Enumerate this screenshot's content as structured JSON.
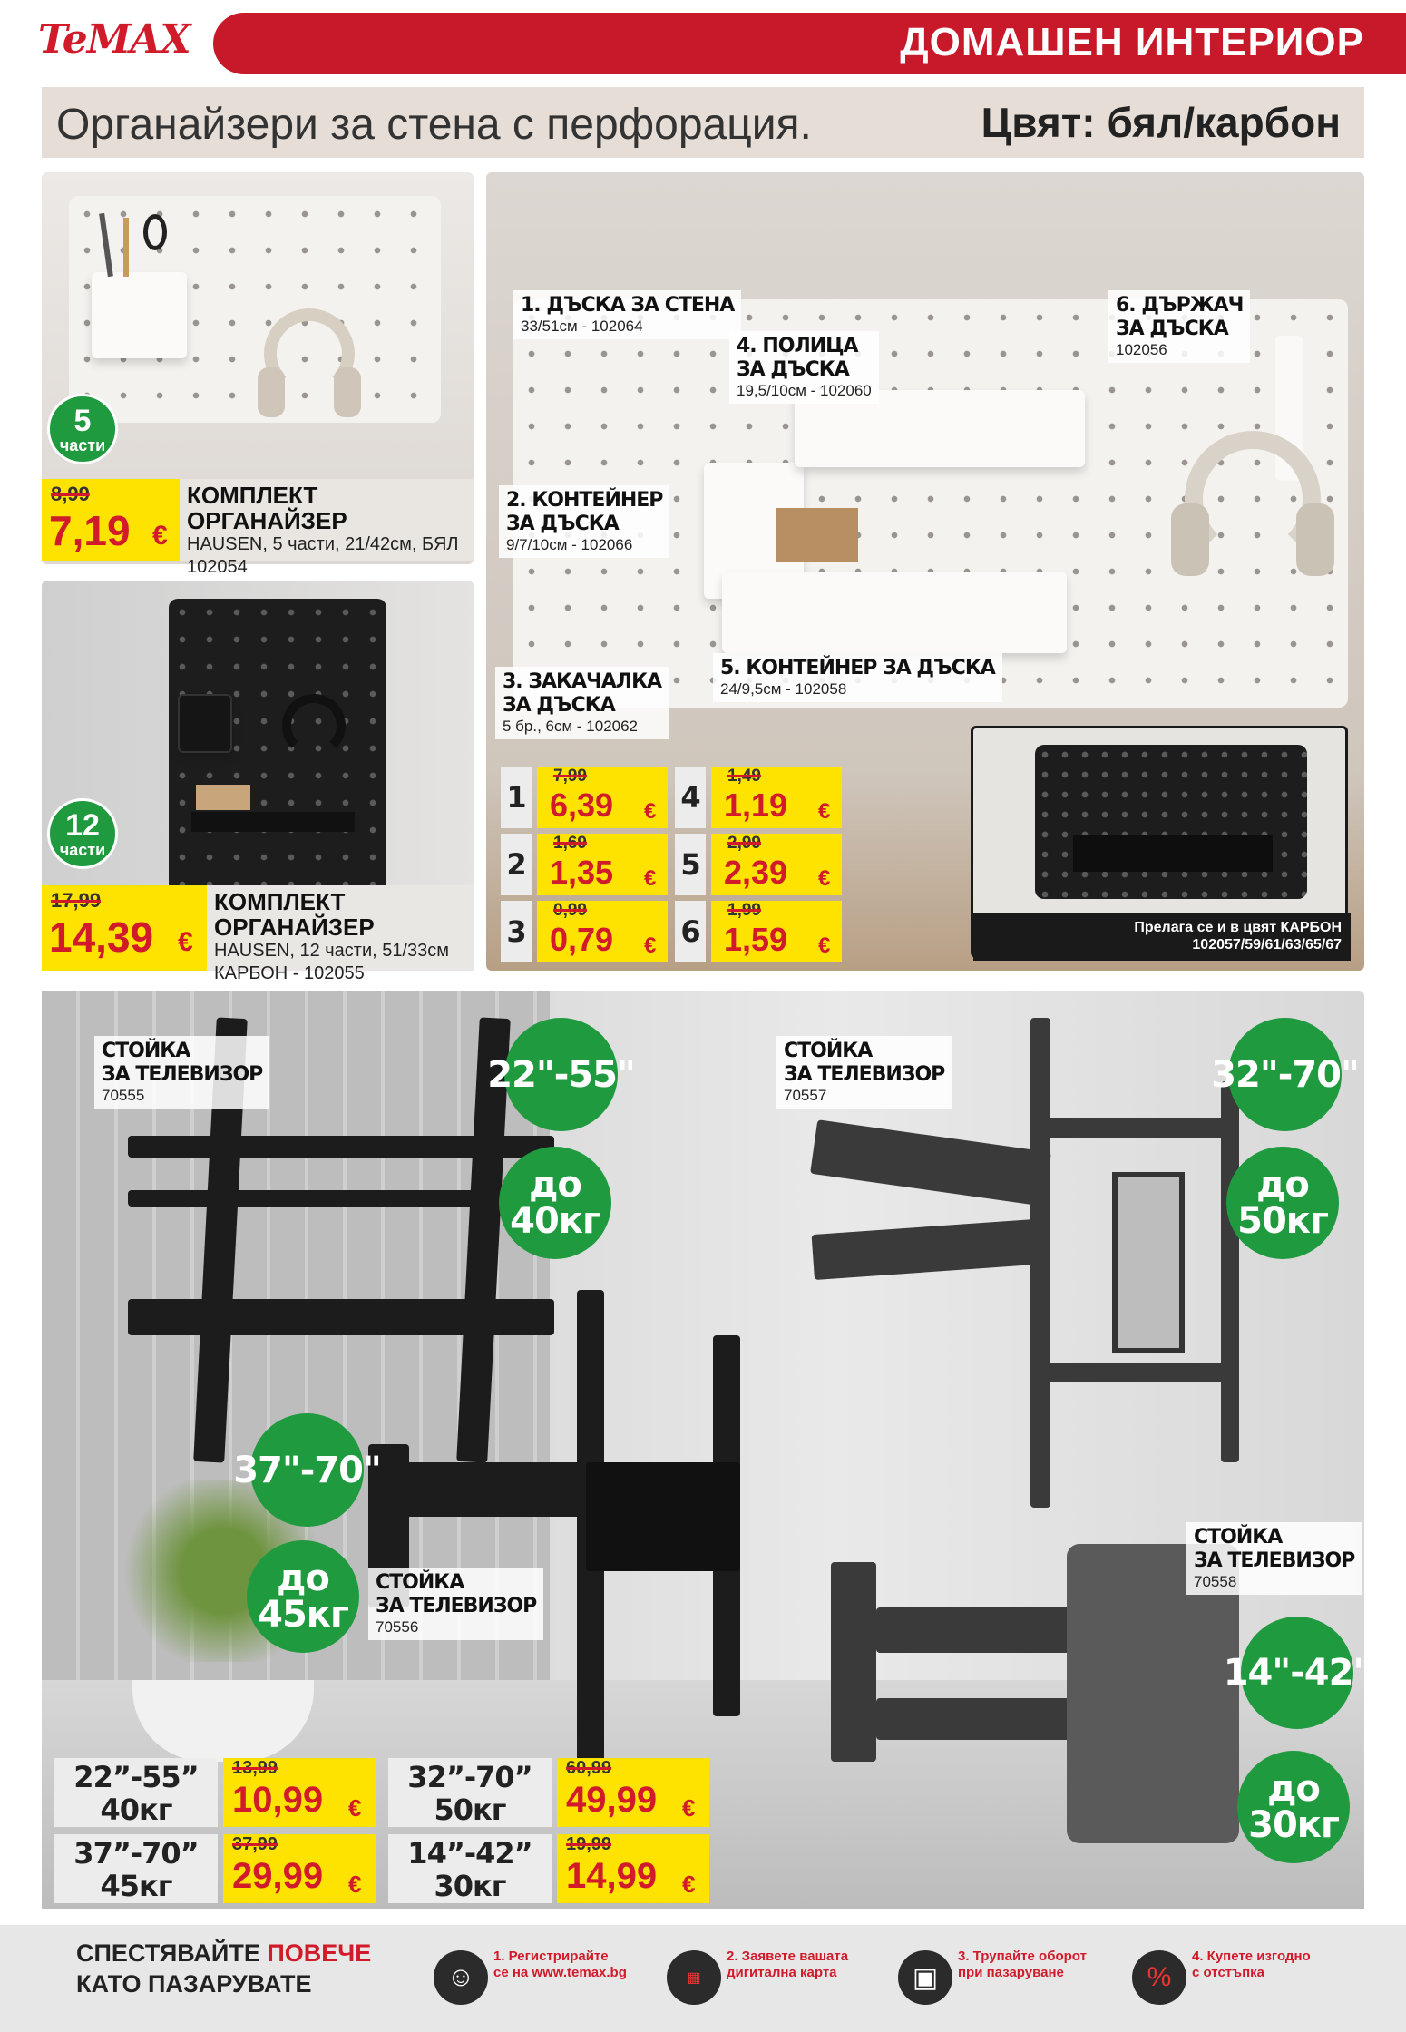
{
  "header": {
    "logo": "TeMAX",
    "section": "ДОМАШЕН ИНТЕРИОР"
  },
  "title": {
    "left": "Органайзери за стена с перфорация.",
    "right": "Цвят: бял/карбон"
  },
  "set5": {
    "badge_num": "5",
    "badge_unit": "части",
    "old_price": "8,99",
    "price": "7,19",
    "currency": "€",
    "name": "КОМПЛЕКТ ОРГАНАЙЗЕР",
    "desc": "HAUSEN, 5 части, 21/42см, БЯЛ",
    "code": "102054"
  },
  "set12": {
    "badge_num": "12",
    "badge_unit": "части",
    "old_price": "17,99",
    "price": "14,39",
    "currency": "€",
    "name": "КОМПЛЕКТ ОРГАНАЙЗЕР",
    "desc": "HAUSEN, 12 части, 51/33см",
    "code": "КАРБОН - 102055"
  },
  "parts": {
    "labels": [
      {
        "t1": "1. ДЪСКА ЗА СТЕНА",
        "t2": "",
        "s": "33/51см - 102064"
      },
      {
        "t1": "2. КОНТЕЙНЕР",
        "t2": "ЗА ДЪСКА",
        "s": "9/7/10см - 102066"
      },
      {
        "t1": "3. ЗАКАЧАЛКА",
        "t2": "ЗА ДЪСКА",
        "s": "5 бр., 6см - 102062"
      },
      {
        "t1": "4. ПОЛИЦА",
        "t2": "ЗА ДЪСКА",
        "s": "19,5/10см - 102060"
      },
      {
        "t1": "5. КОНТЕЙНЕР ЗА ДЪСКА",
        "t2": "",
        "s": "24/9,5см - 102058"
      },
      {
        "t1": "6. ДЪРЖАЧ",
        "t2": "ЗА ДЪСКА",
        "s": "102056"
      }
    ],
    "prices": [
      {
        "n": "1",
        "old": "7,99",
        "new": "6,39"
      },
      {
        "n": "2",
        "old": "1,69",
        "new": "1,35"
      },
      {
        "n": "3",
        "old": "0,99",
        "new": "0,79"
      },
      {
        "n": "4",
        "old": "1,49",
        "new": "1,19"
      },
      {
        "n": "5",
        "old": "2,99",
        "new": "2,39"
      },
      {
        "n": "6",
        "old": "1,99",
        "new": "1,59"
      }
    ],
    "currency": "€",
    "carbon_note": "Прелага се и в цвят КАРБОН",
    "carbon_codes": "102057/59/61/63/65/67"
  },
  "tv": {
    "stands": [
      {
        "t1": "СТОЙКА",
        "t2": "ЗА ТЕЛЕВИЗОР",
        "code": "70555",
        "size": "22\"-55\"",
        "load1": "до",
        "load2": "40кг"
      },
      {
        "t1": "СТОЙКА",
        "t2": "ЗА ТЕЛЕВИЗОР",
        "code": "70557",
        "size": "32\"-70\"",
        "load1": "до",
        "load2": "50кг"
      },
      {
        "t1": "СТОЙКА",
        "t2": "ЗА ТЕЛЕВИЗОР",
        "code": "70556",
        "size": "37\"-70\"",
        "load1": "до",
        "load2": "45кг"
      },
      {
        "t1": "СТОЙКА",
        "t2": "ЗА ТЕЛЕВИЗОР",
        "code": "70558",
        "size": "14\"-42\"",
        "load1": "до",
        "load2": "30кг"
      }
    ],
    "price_table": [
      {
        "size": "22”-55”",
        "load": "40кг",
        "old": "13,99",
        "new": "10,99"
      },
      {
        "size": "32”-70”",
        "load": "50кг",
        "old": "60,99",
        "new": "49,99"
      },
      {
        "size": "37”-70”",
        "load": "45кг",
        "old": "37,99",
        "new": "29,99"
      },
      {
        "size": "14”-42”",
        "load": "30кг",
        "old": "19,99",
        "new": "14,99"
      }
    ],
    "currency": "€"
  },
  "footer": {
    "line1a": "СПЕСТЯВАЙТЕ ",
    "line1b": "ПОВЕЧЕ",
    "line2": "КАТО ПАЗАРУВАТЕ",
    "steps": [
      {
        "icon": "user-icon",
        "text1": "1. Регистрирайте",
        "text2": "се на www.temax.bg"
      },
      {
        "icon": "card-icon",
        "text1": "2. Заявете вашата",
        "text2": "дигитална карта"
      },
      {
        "icon": "wallet-icon",
        "text1": "3. Трупайте оборот",
        "text2": "при пазаруване"
      },
      {
        "icon": "discount-icon",
        "text1": "4. Купете изгодно",
        "text2": "с отстъпка"
      }
    ]
  }
}
